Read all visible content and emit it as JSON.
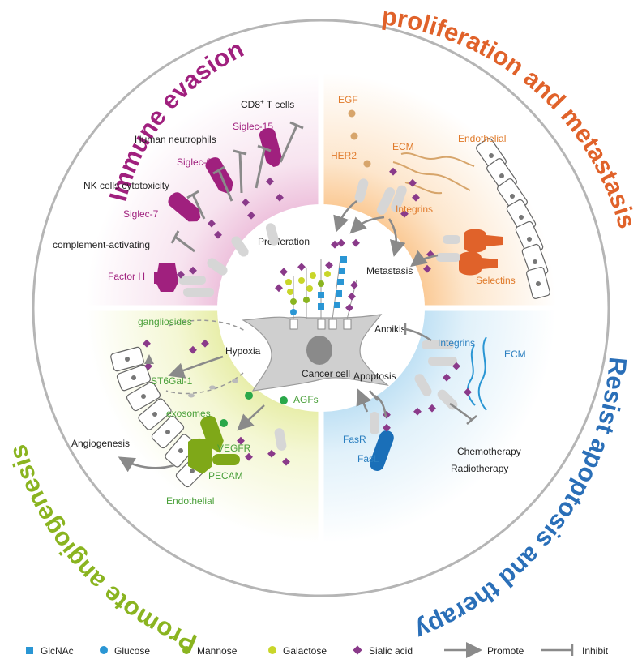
{
  "colors": {
    "immune": "#a0207e",
    "prolif": "#e0622a",
    "resist": "#2a6fb8",
    "angio": "#8ab420",
    "grey": "#8a8a8a",
    "orange_label": "#e07a2a",
    "green_label": "#4aa03a",
    "blue_label": "#2a7fc0"
  },
  "quadrants": {
    "immune_title": "Immune evasion",
    "prolif_title": "proliferation and metastasis",
    "resist_title": "Resist apoptosis and therapy",
    "angio_title": "Promote angiogenesis"
  },
  "center": {
    "cancer_cell": "Cancer cell",
    "proliferation": "Proliferation",
    "metastasis": "Metastasis",
    "hypoxia": "Hypoxia",
    "apoptosis": "Apoptosis",
    "anoikis": "Anoikis"
  },
  "immune": {
    "cd8_pre": "CD8",
    "cd8_sup": "+",
    "cd8_post": " T cells",
    "siglec15": "Siglec-15",
    "neutrophils": "Human neutrophils",
    "siglec9": "Siglec-9",
    "nk": "NK cells cytotoxicity",
    "siglec7": "Siglec-7",
    "complement": "complement-activating",
    "factor_h": "Factor H"
  },
  "prolif": {
    "egf": "EGF",
    "ecm": "ECM",
    "endothelial": "Endothelial",
    "her2": "HER2",
    "integrins": "Integrins",
    "selectins": "Selectins"
  },
  "resist": {
    "integrins": "Integrins",
    "ecm": "ECM",
    "fasr": "FasR",
    "fasl": "FasL",
    "chemo": "Chemotherapy",
    "radio": "Radiotherapy"
  },
  "angio": {
    "gangliosides": "gangliosides",
    "st6gal": "ST6Gal-1",
    "exosomes": "exosomes",
    "agfs": "AGFs",
    "vegfr": "VEGFR",
    "pecam": "PECAM",
    "endothelial": "Endothelial",
    "angiogenesis": "Angiogenesis"
  },
  "legend": {
    "glcnac": "GlcNAc",
    "glucose": "Glucose",
    "mannose": "Mannose",
    "galactose": "Galactose",
    "sialic": "Sialic acid",
    "promote": "Promote",
    "inhibit": "Inhibit"
  }
}
